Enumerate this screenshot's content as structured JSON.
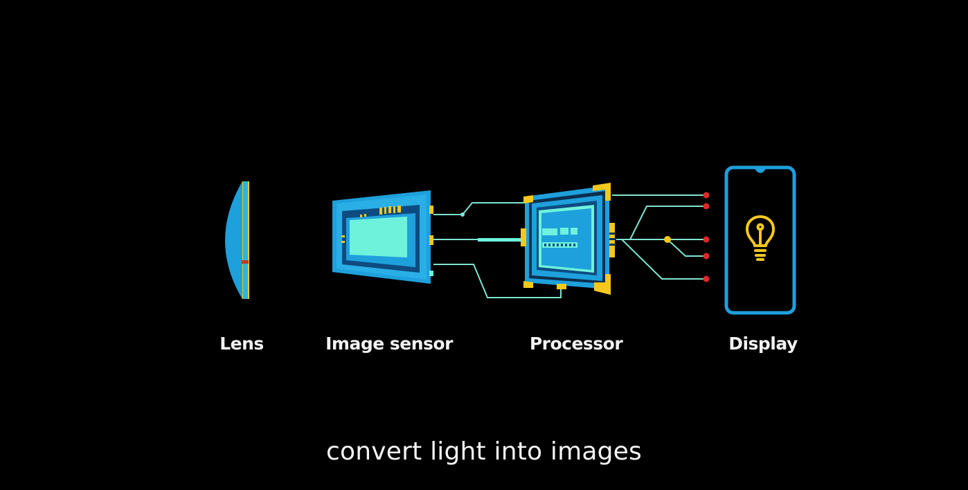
{
  "stages": [
    {
      "id": "lens",
      "label": "Lens"
    },
    {
      "id": "sensor",
      "label": "Image sensor"
    },
    {
      "id": "processor",
      "label": "Processor"
    },
    {
      "id": "display",
      "label": "Display"
    }
  ],
  "caption": "convert light into images",
  "colors": {
    "background": "#000000",
    "component_blue": "#1ea0dc",
    "screen_cyan": "#6ef2dc",
    "accent_yellow": "#f5c81e",
    "connector_line": "#7ee6d2",
    "endpoint_red": "#e02828",
    "text": "#f2f2f2"
  },
  "icons": [
    "lens-icon",
    "image-sensor-icon",
    "processor-chip-icon",
    "smartphone-display-icon",
    "lightbulb-icon"
  ]
}
